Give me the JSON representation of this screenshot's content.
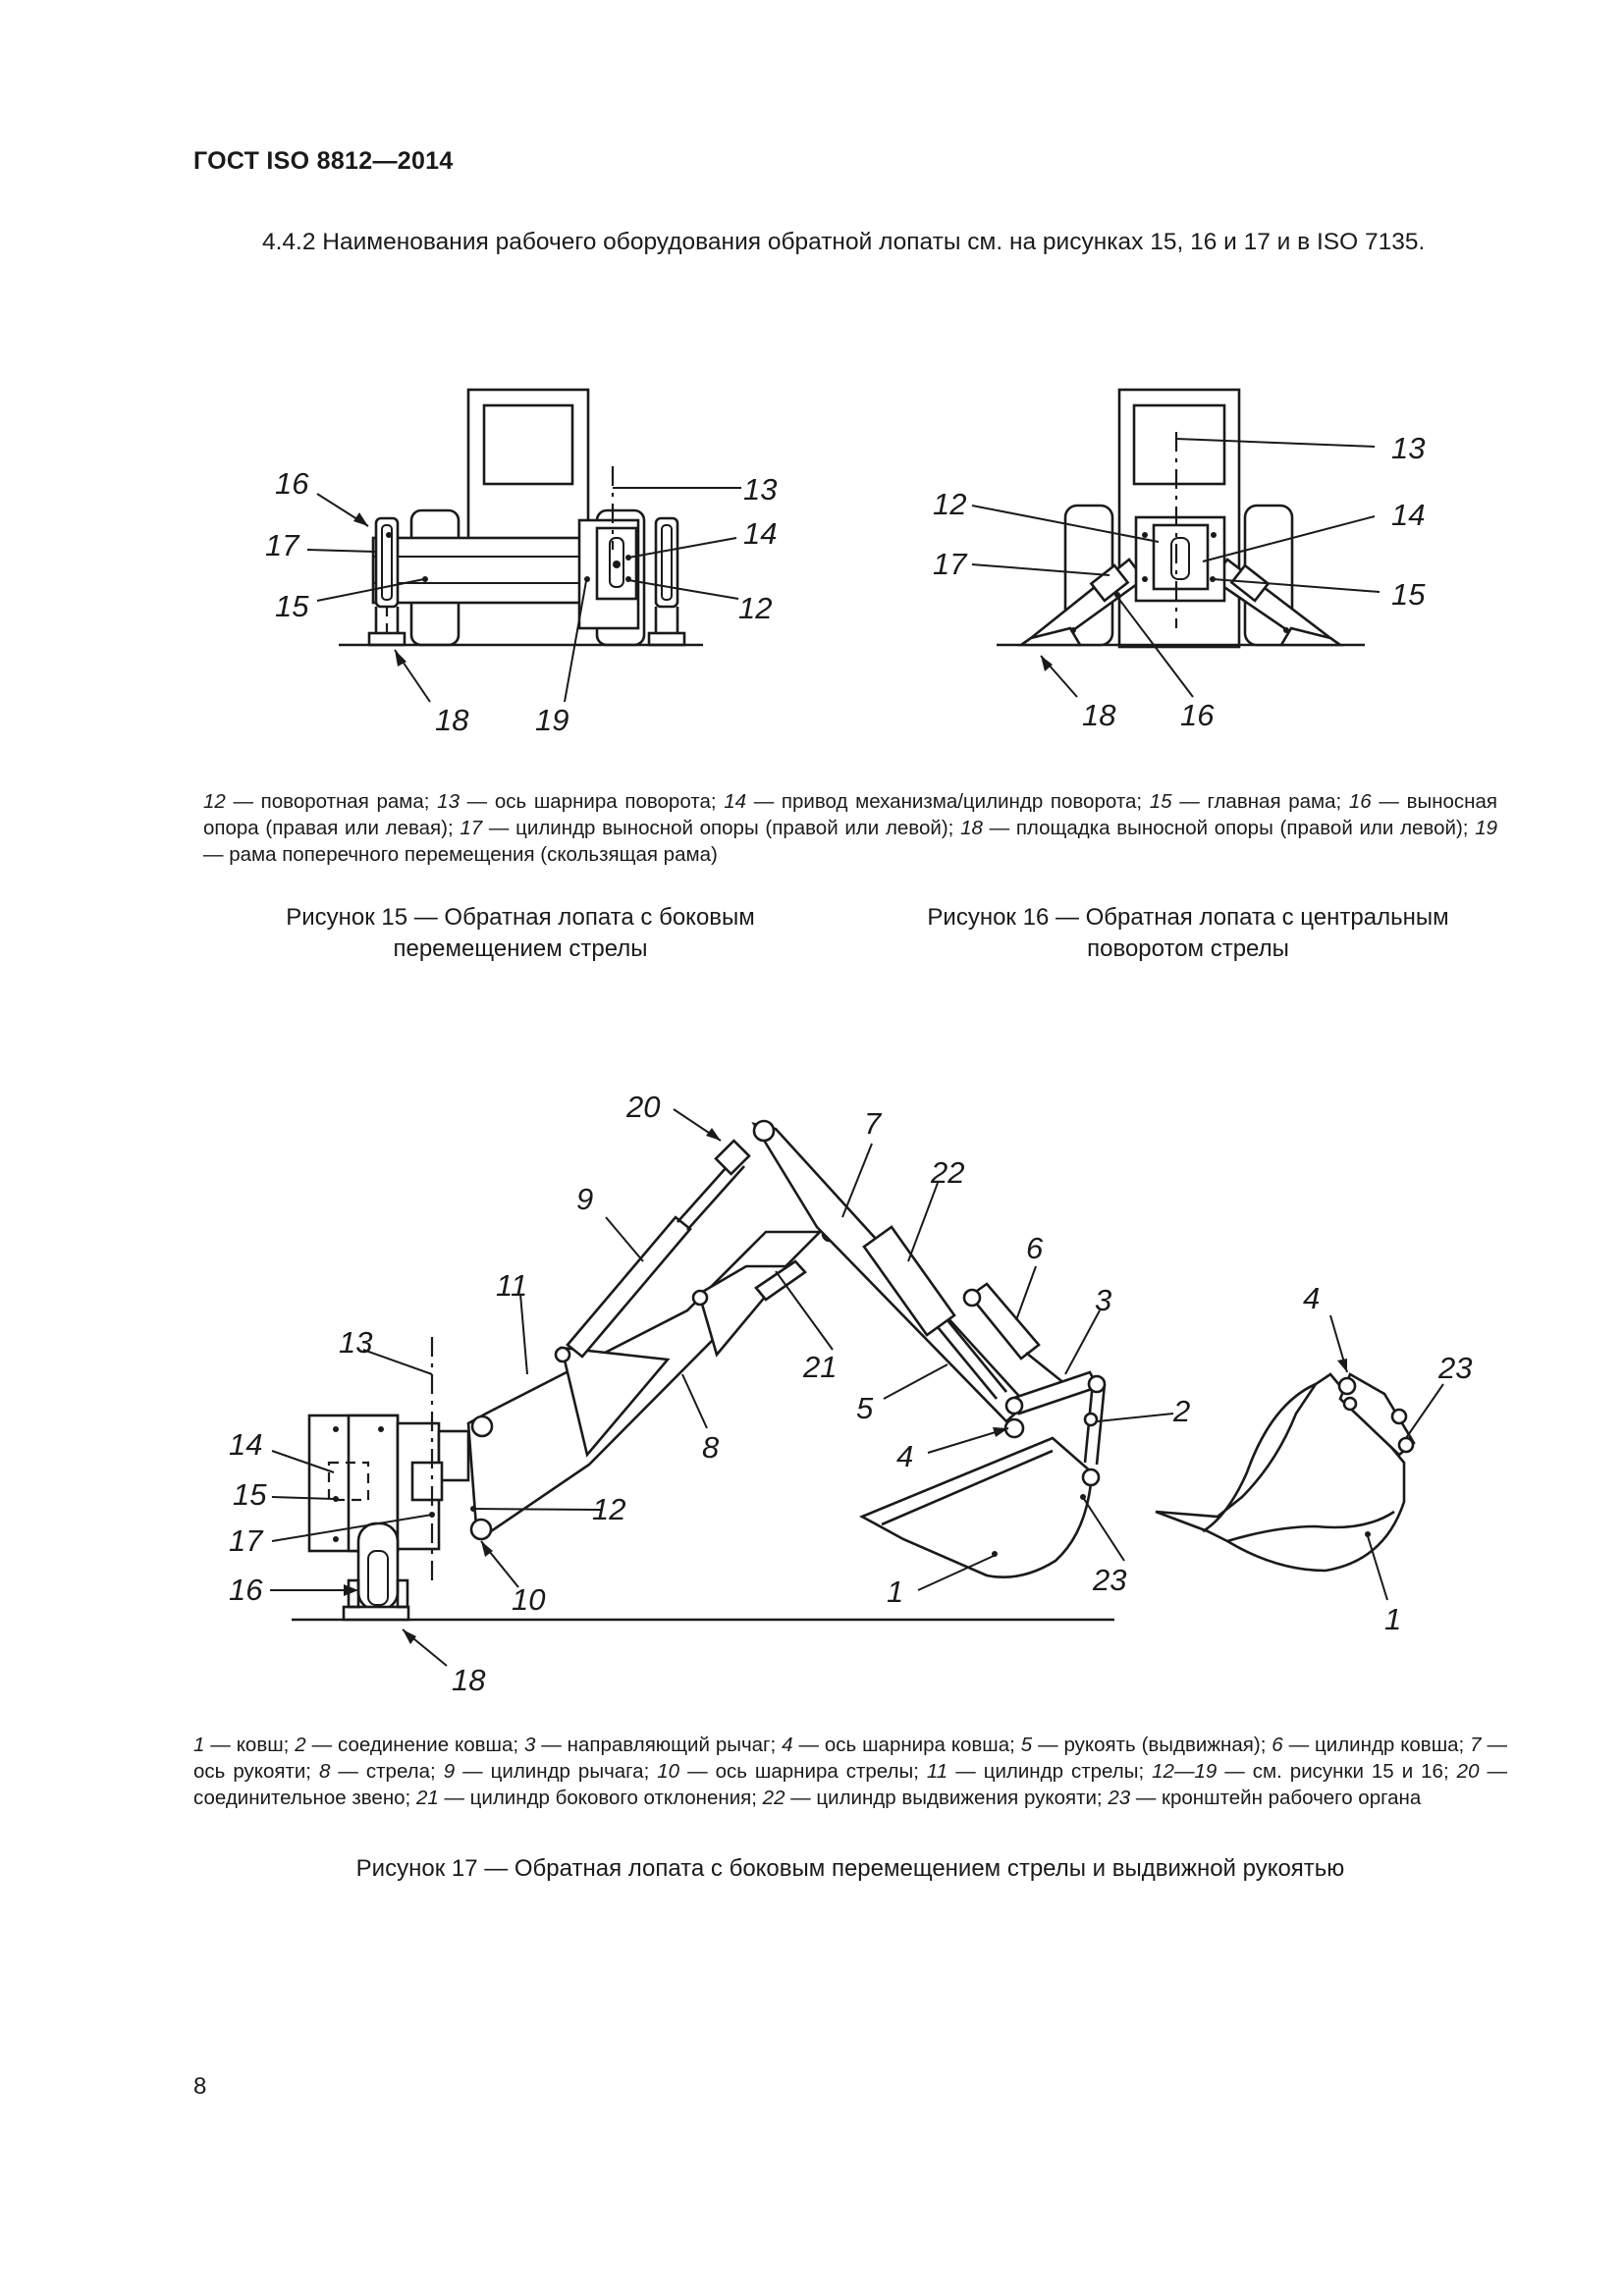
{
  "header": {
    "doc_id": "ГОСТ ISO 8812—2014"
  },
  "intro": {
    "text": "4.4.2 Наименования рабочего оборудования обратной лопаты см. на рисунках 15, 16 и 17 и в ISO 7135."
  },
  "fig15": {
    "labels": {
      "l16": "16",
      "l17": "17",
      "l15": "15",
      "l13": "13",
      "l14": "14",
      "l12": "12",
      "l18": "18",
      "l19": "19"
    },
    "caption_line1": "Рисунок 15 — Обратная лопата с боковым",
    "caption_line2": "перемещением стрелы"
  },
  "fig16": {
    "labels": {
      "l13": "13",
      "l12": "12",
      "l14": "14",
      "l17": "17",
      "l15": "15",
      "l18": "18",
      "l16": "16"
    },
    "caption_line1": "Рисунок 16 — Обратная лопата с центральным",
    "caption_line2": "поворотом стрелы"
  },
  "legend1516": [
    {
      "num": "12",
      "text": " — поворотная рама; "
    },
    {
      "num": "13",
      "text": " — ось шарнира поворота; "
    },
    {
      "num": "14",
      "text": " — привод механизма/цилиндр поворота; "
    },
    {
      "num": "15",
      "text": " — главная рама; "
    },
    {
      "num": "16",
      "text": " — выносная опора (правая или левая); "
    },
    {
      "num": "17",
      "text": " — цилиндр выносной опоры (правой или левой); "
    },
    {
      "num": "18",
      "text": " — площадка выносной опоры (правой или левой); "
    },
    {
      "num": "19",
      "text": " — рама поперечного перемещения (скользящая рама)"
    }
  ],
  "fig17": {
    "labels": {
      "l20": "20",
      "l7": "7",
      "l22": "22",
      "l9": "9",
      "l6": "6",
      "l11": "11",
      "l3": "3",
      "l21": "21",
      "l13": "13",
      "l5": "5",
      "l2": "2",
      "l8": "8",
      "l4": "4",
      "l14": "14",
      "l15": "15",
      "l12": "12",
      "l17": "17",
      "l1": "1",
      "l23": "23",
      "l16": "16",
      "l10": "10",
      "l18": "18",
      "r4": "4",
      "r23": "23",
      "r1": "1"
    },
    "legend": [
      {
        "num": "1",
        "text": " — ковш; "
      },
      {
        "num": "2",
        "text": " — соединение ковша; "
      },
      {
        "num": "3",
        "text": " — направляющий рычаг; "
      },
      {
        "num": "4",
        "text": " — ось шарнира ковша; "
      },
      {
        "num": "5",
        "text": " — рукоять (выдвижная); "
      },
      {
        "num": "6",
        "text": " — цилиндр ковша; "
      },
      {
        "num": "7",
        "text": " — ось рукояти; "
      },
      {
        "num": "8",
        "text": " — стрела; "
      },
      {
        "num": "9",
        "text": " — цилиндр рычага; "
      },
      {
        "num": "10",
        "text": " — ось шарнира стрелы; "
      },
      {
        "num": "11",
        "text": " — цилиндр стрелы; "
      },
      {
        "num": "12—19",
        "text": " — см. рисунки 15 и 16; "
      },
      {
        "num": "20",
        "text": " — соединительное звено; "
      },
      {
        "num": "21",
        "text": " — цилиндр бокового отклонения; "
      },
      {
        "num": "22",
        "text": " — цилиндр выдвижения рукояти; "
      },
      {
        "num": "23",
        "text": " — кронштейн рабочего органа"
      }
    ],
    "caption": "Рисунок 17 — Обратная лопата с боковым перемещением стрелы и выдвижной рукоятью"
  },
  "footer": {
    "page_number": "8"
  }
}
